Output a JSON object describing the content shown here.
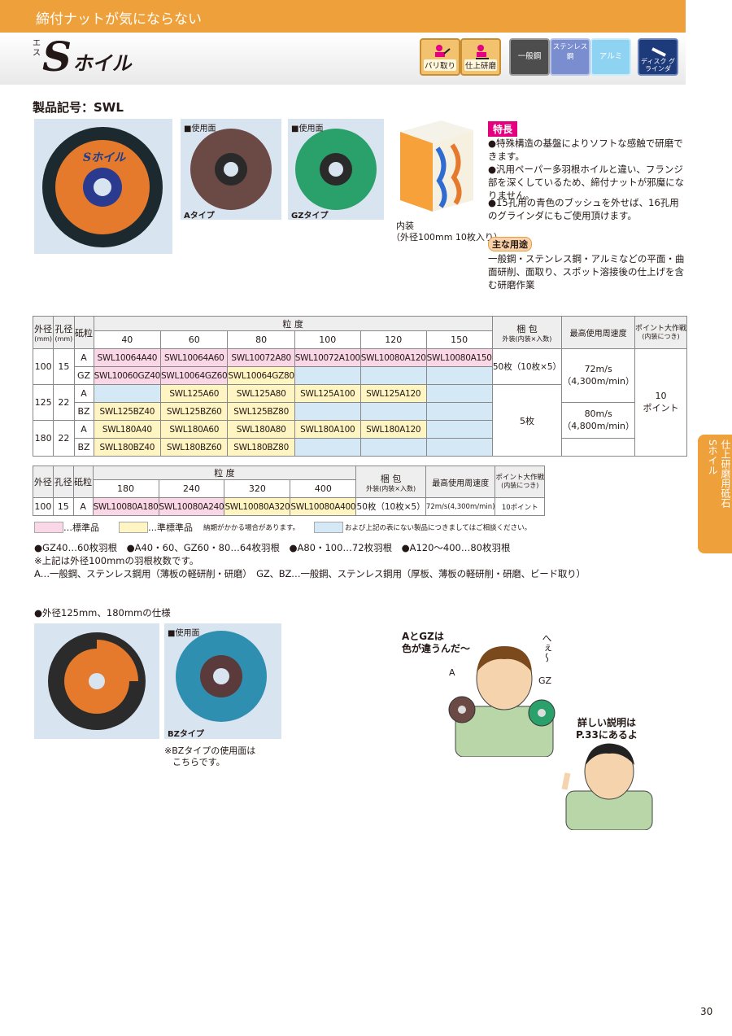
{
  "header": {
    "title": "締付ナットが気にならない",
    "logo_ruby": "エス",
    "logo_s": "S",
    "logo_word": "ホイル"
  },
  "categories": {
    "uses": [
      "バリ取り",
      "仕上研磨"
    ],
    "materials": [
      {
        "label": "一般鋼",
        "color": "#4d4d4d"
      },
      {
        "label": "ステンレス鋼",
        "color": "#7a8ecf"
      },
      {
        "label": "アルミ",
        "color": "#8fd3f2"
      }
    ],
    "tool": "ディスク グラインダ"
  },
  "product": {
    "code_label": "製品記号：SWL",
    "usage_face": "■使用面",
    "type_a": "Aタイプ",
    "type_gz": "GZタイプ",
    "inner_box": "内装",
    "inner_box2": "（外径100mm 10枚入り）",
    "disc_label": "Sホイル"
  },
  "features": {
    "title": "特長",
    "items": [
      "●特殊構造の基盤によりソフトな感触で研磨できます。",
      "●汎用ペーパー多羽根ホイルと違い、フランジ部を深くしているため、締付ナットが邪魔になりません。",
      "●15孔用の青色のブッシュを外せば、16孔用のグラインダにもご使用頂けます。"
    ],
    "usage_title": "主な用途",
    "usage_text": "一般鋼・ステンレス鋼・アルミなどの平面・曲面研削、面取り、スポット溶接後の仕上げを含む研磨作業"
  },
  "table1": {
    "h_od": "外径",
    "h_od_unit": "(mm)",
    "h_hole": "孔径",
    "h_hole_unit": "(mm)",
    "h_grit": "砥粒",
    "h_size": "粒 度",
    "h_pack": "梱 包",
    "h_pack_sub": "外装(内装×入数)",
    "h_speed": "最高使用周速度",
    "h_point": "ポイント大作戦",
    "h_point_sub": "(内装につき)",
    "sizes": [
      "40",
      "60",
      "80",
      "100",
      "120",
      "150"
    ],
    "r100": {
      "od": "100",
      "hole": "15",
      "a": "A",
      "gz": "GZ",
      "a_codes": [
        "SWL10064A40",
        "SWL10064A60",
        "SWL10072A80",
        "SWL10072A100",
        "SWL10080A120",
        "SWL10080A150"
      ],
      "gz_codes": [
        "SWL10060GZ40",
        "SWL10064GZ60",
        "SWL10064GZ80"
      ],
      "pack": "50枚（10枚×5）"
    },
    "r125": {
      "od": "125",
      "hole": "22",
      "a": "A",
      "bz": "BZ",
      "a_codes": [
        "SWL125A60",
        "SWL125A80",
        "SWL125A100",
        "SWL125A120"
      ],
      "bz_codes": [
        "SWL125BZ40",
        "SWL125BZ60",
        "SWL125BZ80"
      ]
    },
    "r180": {
      "od": "180",
      "hole": "22",
      "a": "A",
      "bz": "BZ",
      "a_codes": [
        "SWL180A40",
        "SWL180A60",
        "SWL180A80",
        "SWL180A100",
        "SWL180A120"
      ],
      "bz_codes": [
        "SWL180BZ40",
        "SWL180BZ60",
        "SWL180BZ80"
      ]
    },
    "pack_5": "5枚",
    "speed1": "72m/s",
    "speed1b": "（4,300m/min）",
    "speed2": "80m/s",
    "speed2b": "（4,800m/min）",
    "points": "10",
    "points_unit": "ポイント"
  },
  "table2": {
    "sizes": [
      "180",
      "240",
      "320",
      "400"
    ],
    "od": "100",
    "hole": "15",
    "grit": "A",
    "codes": [
      "SWL10080A180",
      "SWL10080A240",
      "SWL10080A320",
      "SWL10080A400"
    ],
    "pack": "50枚（10枚×5）",
    "speed": "72m/s(4,300m/min)",
    "points": "10ポイント"
  },
  "legend": {
    "std": "…標準品",
    "semi": "…準標準品",
    "semi_note": "納期がかかる場合があります。",
    "other": "および上記の表にない製品につきましてはご相談ください。"
  },
  "notes": [
    "●GZ40…60枚羽根　●A40・60、GZ60・80…64枚羽根　●A80・100…72枚羽根　●A120〜400…80枚羽根",
    "※上記は外径100mmの羽根枚数です。",
    "A…一般鋼、ステンレス鋼用（薄板の軽研削・研磨）　GZ、BZ…一般鋼、ステンレス鋼用（厚板、薄板の軽研削・研磨、ビード取り）"
  ],
  "spec2": {
    "title": "●外径125mm、180mmの仕様",
    "usage_face": "■使用面",
    "type_bz": "BZタイプ",
    "note1": "※BZタイプの使用面は",
    "note2": "こちらです。"
  },
  "cartoon": {
    "bubble1": "AとGZは",
    "bubble1b": "色が違うんだ〜",
    "hee": "へぇ〜",
    "a": "A",
    "gz": "GZ",
    "bubble2": "詳しい説明は",
    "bubble2b": "P.33にあるよ"
  },
  "sidetab": {
    "line1": "仕上研磨用砥石",
    "line2": "Sホイル"
  },
  "page": "30"
}
